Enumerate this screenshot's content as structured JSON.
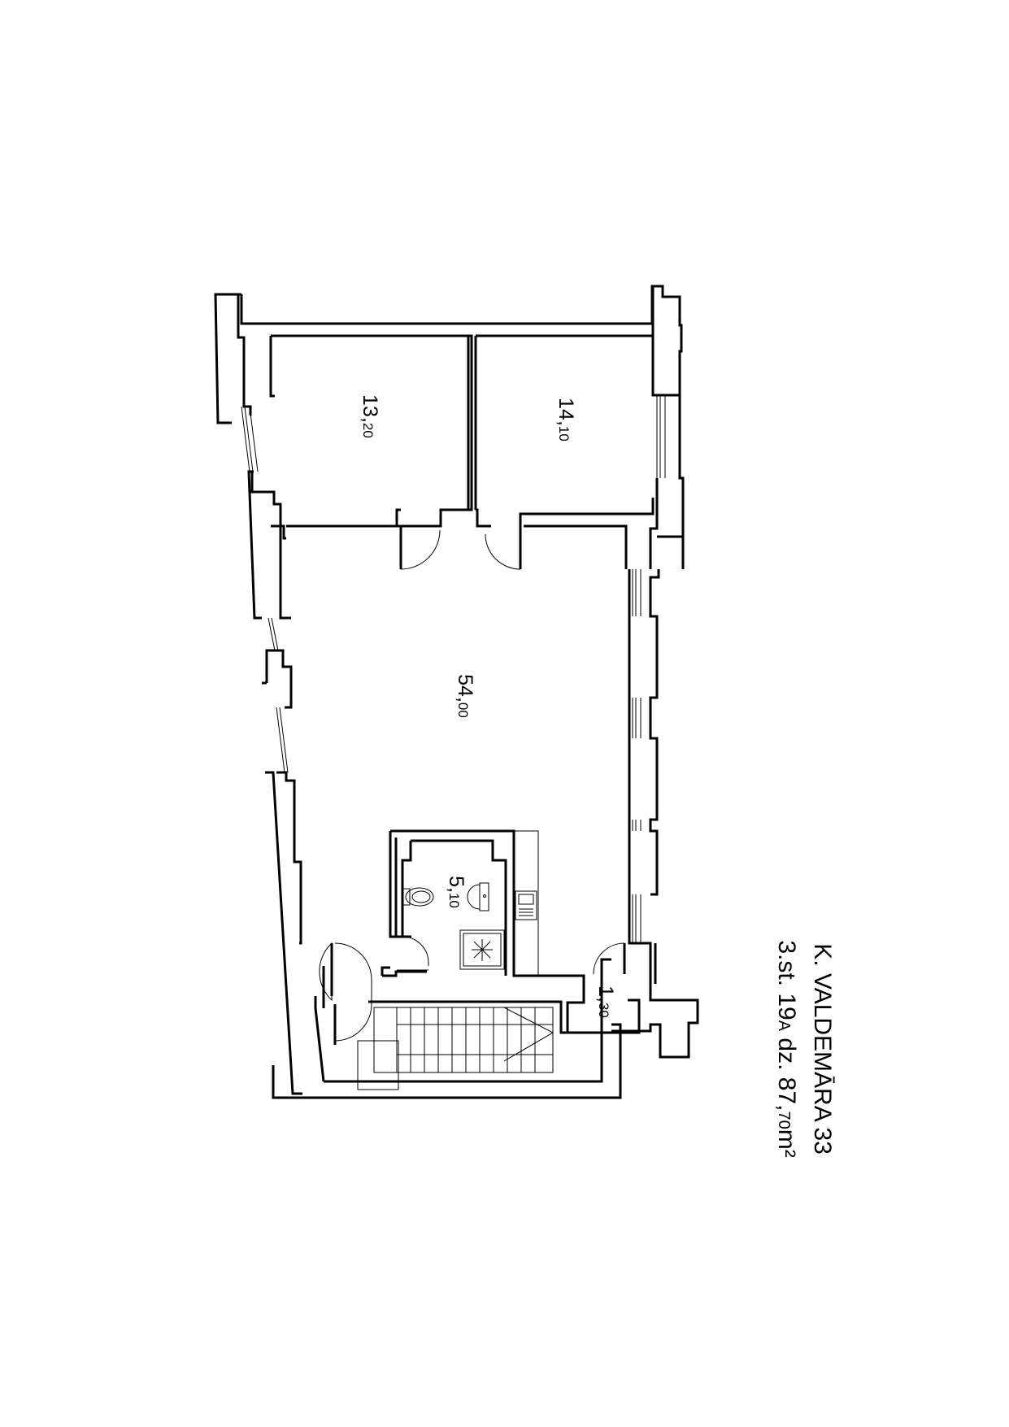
{
  "title": {
    "line1": "K. VALDEMĀRA 33",
    "line2_prefix": "3.st. 19",
    "line2_sub": "A",
    "line2_mid": " dz. 87,",
    "line2_sub2": "70",
    "line2_suffix": "m²"
  },
  "rooms": [
    {
      "id": "room-13",
      "main": "13,",
      "sub": "20"
    },
    {
      "id": "room-14",
      "main": "14,",
      "sub": "10"
    },
    {
      "id": "room-54",
      "main": "54,",
      "sub": "00"
    },
    {
      "id": "room-5",
      "main": "5,",
      "sub": "10"
    },
    {
      "id": "room-1",
      "main": "1,",
      "sub": "30"
    }
  ]
}
